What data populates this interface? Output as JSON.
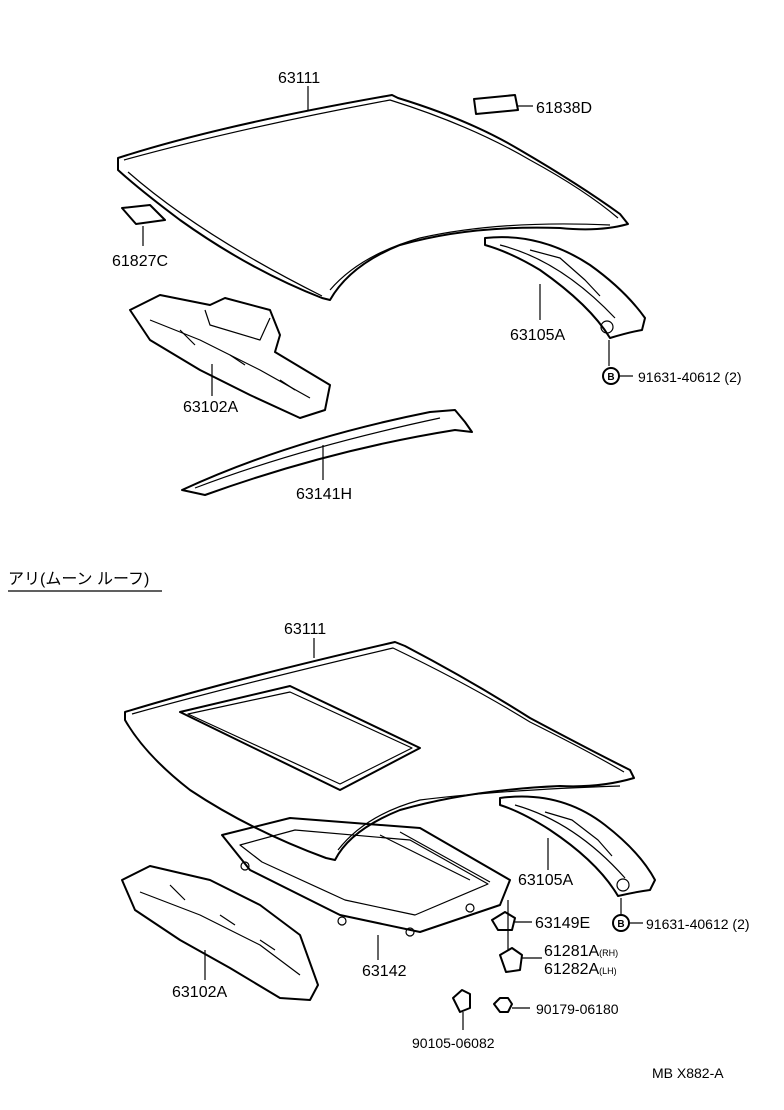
{
  "upper": {
    "roof_panel": "63111",
    "pad_rear": "61838D",
    "pad_front": "61827C",
    "rail_side": "63105A",
    "washer_marker": "B",
    "bolt": "91631-40612 (2)",
    "front_panel": "63102A",
    "rear_rail": "63141H"
  },
  "section_title": "アリ(ムーン ルーフ)",
  "lower": {
    "roof_panel": "63111",
    "rail_side": "63105A",
    "bracket": "63149E",
    "washer_marker": "B",
    "bolt": "91631-40612 (2)",
    "hinge_rh_code": "61281A",
    "hinge_rh_side": "(RH)",
    "hinge_lh_code": "61282A",
    "hinge_lh_side": "(LH)",
    "nut": "90179-06180",
    "screw": "90105-06082",
    "frame": "63142",
    "front_panel": "63102A"
  },
  "footer_code": "MB X882-A"
}
